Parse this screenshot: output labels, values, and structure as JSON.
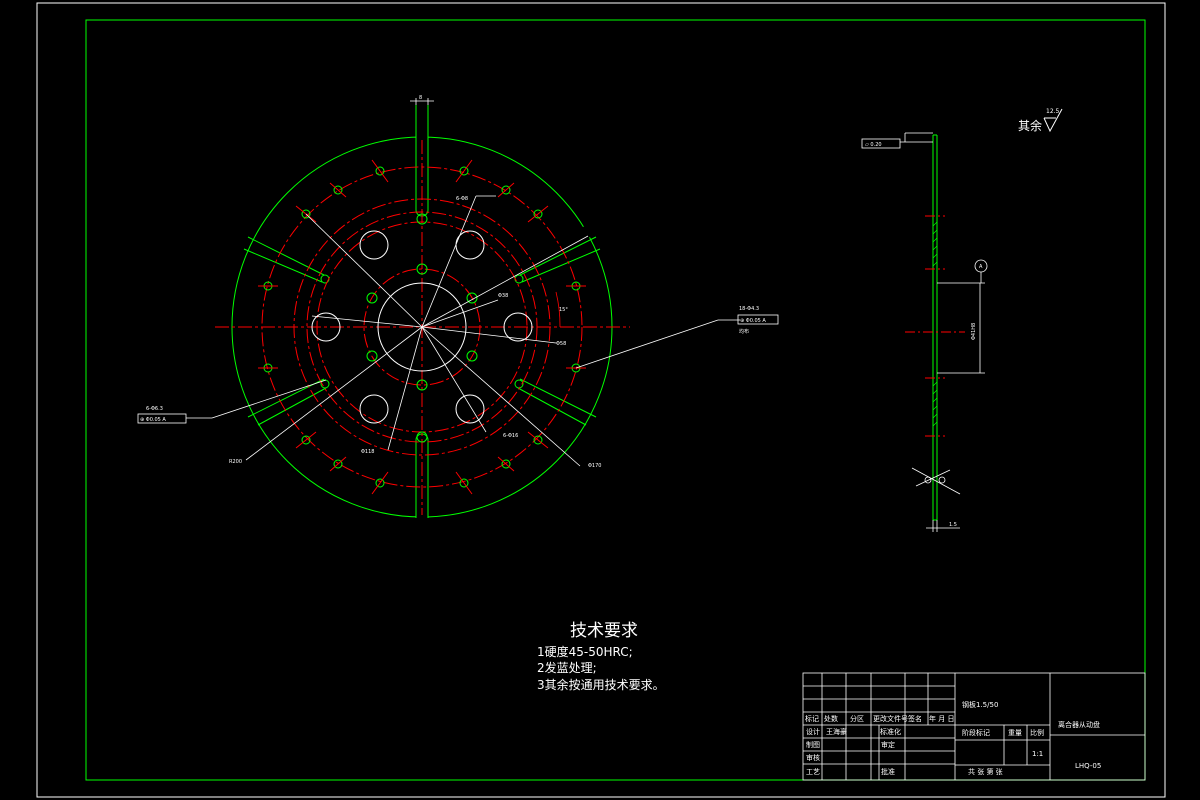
{
  "colors": {
    "background": "#000000",
    "frame_outer": "#ffffff",
    "frame_inner": "#00ff00",
    "outline": "#00ff00",
    "center": "#ff0000",
    "dimension": "#ffffff"
  },
  "surface_finish": {
    "label": "其余",
    "value": "12.5"
  },
  "tech_requirements": {
    "title": "技术要求",
    "items": [
      "1硬度45-50HRC;",
      "2发蓝处理;",
      "3其余按通用技术要求。"
    ]
  },
  "callouts": {
    "slot_width": "8",
    "hole_a": "6-Φ8",
    "hole_b": "Φ38",
    "hole_c": "Φ58",
    "angle": "15°",
    "hole_d": "6-Φ16",
    "hole_e": "Φ118",
    "hole_f": "Φ170",
    "radius": "R200",
    "tol_left_label": "6-Φ6.3",
    "tol_left_frame": "⊕ Φ0.05 A",
    "tol_right_label": "18-Φ4.3",
    "tol_right_frame": "⊕ Φ0.05 A",
    "tol_right_note": "均布",
    "flatness": "▱ 0.20",
    "datum": "A",
    "spline": "Φ41H8",
    "thickness": "1.5"
  },
  "title_block": {
    "material": "钢板1.5/50",
    "part_name": "离合器从动盘",
    "drawing_no": "LHQ-05",
    "header_labels": [
      "标记",
      "处数",
      "分区",
      "更改文件号",
      "签名",
      "年 月 日"
    ],
    "design_label": "设计",
    "designer": "王海豪",
    "standardize_label": "标准化",
    "drafting_label": "制图",
    "review_label": "审核",
    "audit_label": "审定",
    "process_label": "工艺",
    "approve_label": "批准",
    "stage_label": "阶段标记",
    "weight_label": "重量",
    "scale_label": "比例",
    "scale_value": "1:1",
    "sheet_info": "共  张  第  张"
  }
}
